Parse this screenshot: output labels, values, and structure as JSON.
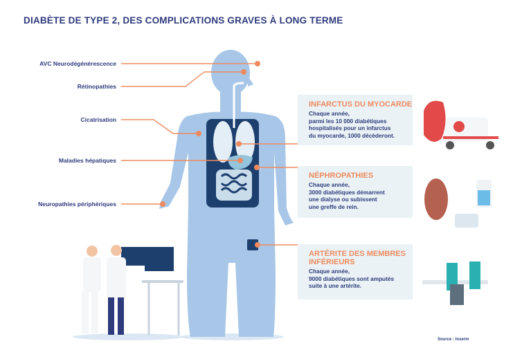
{
  "title": "DIABÈTE DE TYPE 2, DES COMPLICATIONS GRAVES À LONG TERME",
  "labels": {
    "avc": "AVC Neurodégénérescence",
    "retino": "Rétinopathies",
    "cicat": "Cicatrisation",
    "hepat": "Maladies hépatiques",
    "neuro": "Neuropathies périphériques"
  },
  "panels": [
    {
      "heading": "INFARCTUS DU MYOCARDE",
      "text": "Chaque année,\nparmi les 10 000 diabétiques\nhospitalisés pour un infarctus\ndu myocarde, 1000 décèderont."
    },
    {
      "heading": "NÉPHROPATHIES",
      "text": "Chaque année,\n3000 diabétiques démarrent\nune dialyse ou subissent\nune greffe de rein."
    },
    {
      "heading": "ARTÉRITE DES MEMBRES\nINFÉRIEURS",
      "text": "Chaque année,\n9000 diabétiques sont amputés\nsuite à une artérite."
    }
  ],
  "source": "Source : Inserm",
  "colors": {
    "navy": "#2d3a7c",
    "orange": "#ee8a5e",
    "body": "#a8c7e8",
    "torso": "#1d3f6e",
    "panel": "#eaf2f5"
  }
}
